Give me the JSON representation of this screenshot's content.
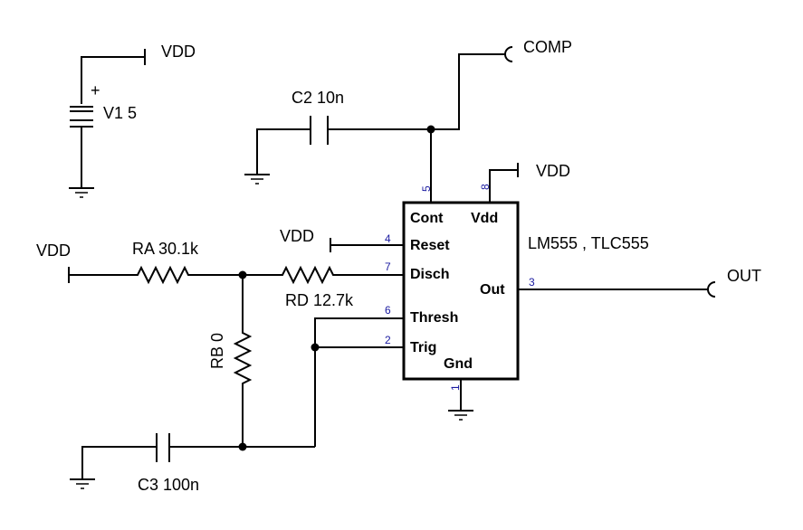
{
  "schematic": {
    "labels": {
      "vdd_top": "VDD",
      "plus": "+",
      "v1": "V1 5",
      "comp": "COMP",
      "c2": "C2 10n",
      "vdd_pin8": "VDD",
      "vdd_left": "VDD",
      "ra": "RA 30.1k",
      "vdd_reset": "VDD",
      "rd": "RD 12.7k",
      "ic_name": "LM555 , TLC555",
      "out": "OUT",
      "rb": "RB 0",
      "c3": "C3 100n"
    },
    "ic_pins": {
      "cont": "Cont",
      "vdd": "Vdd",
      "reset": "Reset",
      "disch": "Disch",
      "out": "Out",
      "thresh": "Thresh",
      "trig": "Trig",
      "gnd": "Gnd"
    },
    "pin_numbers": {
      "p5": "5",
      "p8": "8",
      "p4": "4",
      "p7": "7",
      "p3": "3",
      "p6": "6",
      "p2": "2",
      "p1": "1"
    }
  }
}
